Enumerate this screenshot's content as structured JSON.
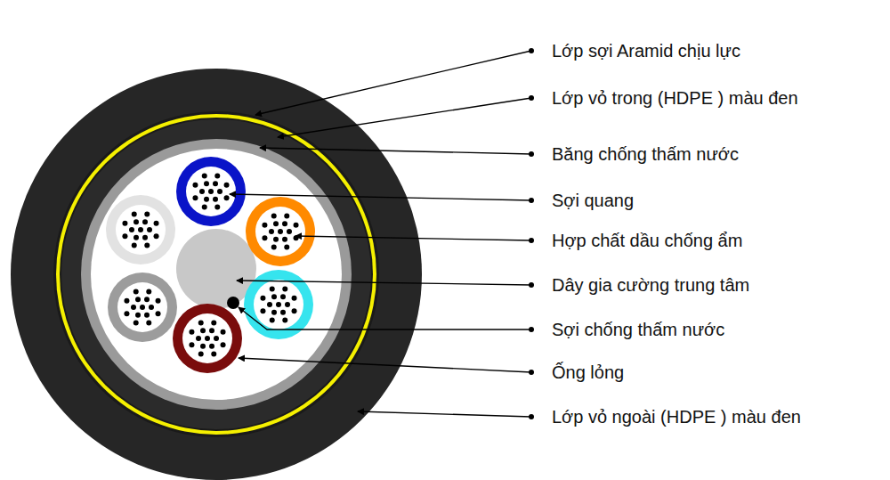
{
  "diagram": {
    "labels": [
      "Lớp sợi Aramid chịu lực",
      "Lớp vỏ trong (HDPE ) màu đen",
      "Băng chống thấm nước",
      "Sợi quang",
      "Hợp chất dầu chống ẩm",
      "Dây gia cường trung tâm",
      "Sợi chống thấm nước",
      "Ống lỏng",
      "Lớp vỏ ngoài (HDPE ) màu đen"
    ]
  }
}
